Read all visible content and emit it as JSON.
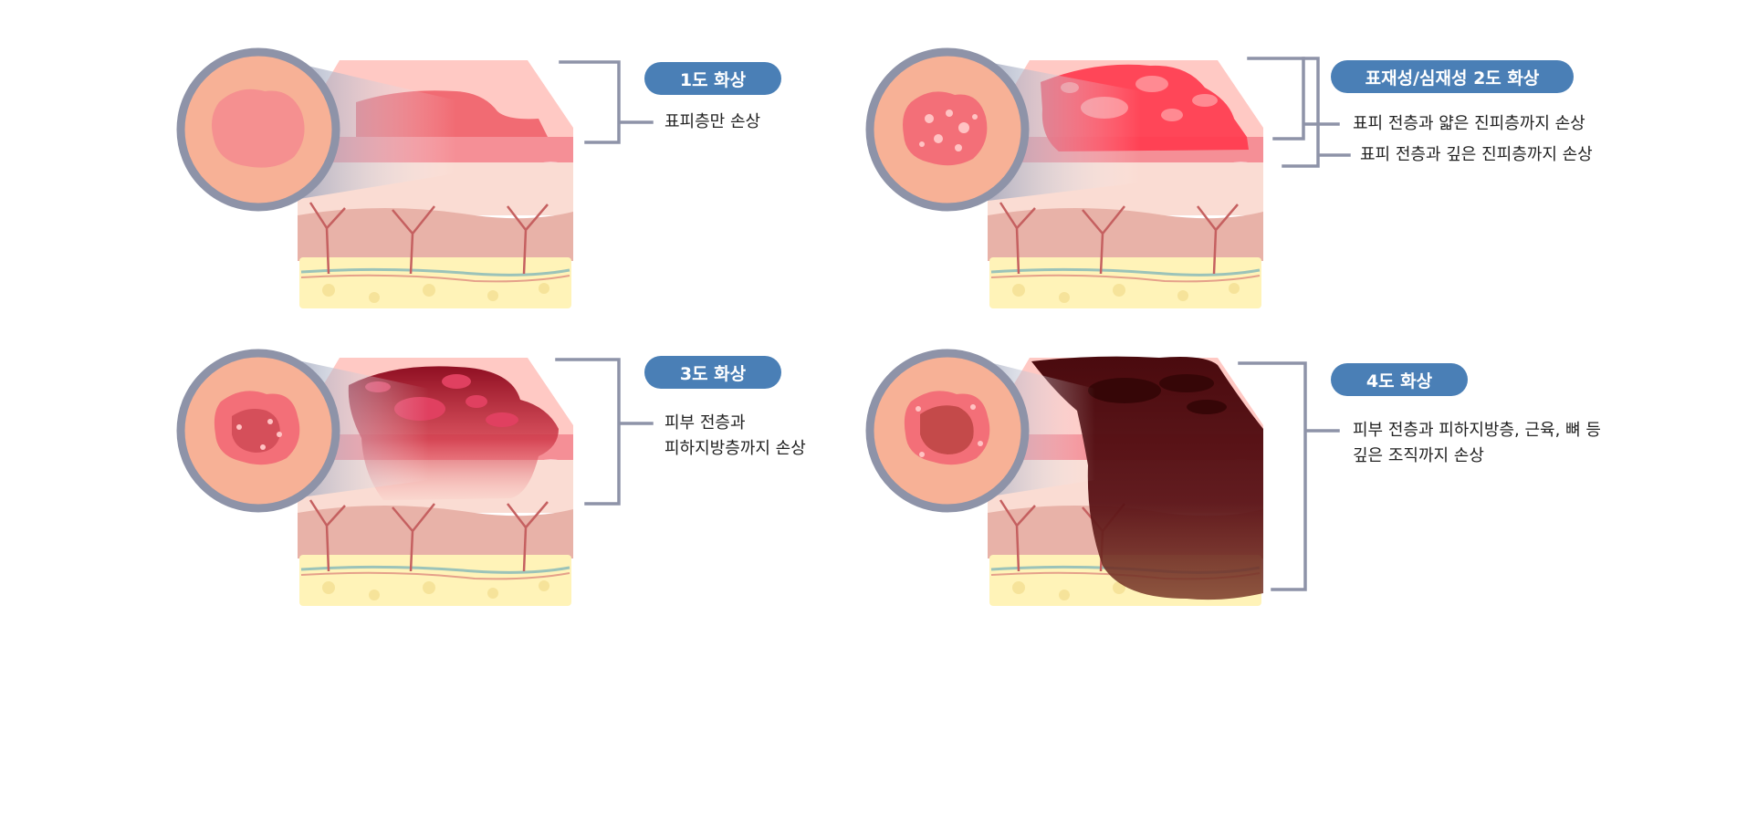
{
  "panels": [
    {
      "badge": "1도 화상",
      "lines": [
        "표피층만 손상"
      ]
    },
    {
      "badge": "표재성/심재성 2도 화상",
      "lines": [
        "표피 전층과 얇은 진피층까지 손상",
        "표피 전층과 깊은 진피층까지 손상"
      ]
    },
    {
      "badge": "3도 화상",
      "lines": [
        "피부 전층과",
        "피하지방층까지 손상"
      ]
    },
    {
      "badge": "4도 화상",
      "lines": [
        "피부 전층과 피하지방층, 근육, 뼈 등",
        "깊은 조직까지 손상"
      ]
    }
  ],
  "colors": {
    "badge": "#4a7fb6",
    "bracket": "#8e93a8",
    "skin": "#ffc9c4",
    "dermis": "#fadcd3",
    "fat": "#fff3b8",
    "burn_1": "#f0606a",
    "burn_2": "#ff3b4e",
    "burn_3": "#8f0f22",
    "burn_4": "#4a0a0e"
  }
}
